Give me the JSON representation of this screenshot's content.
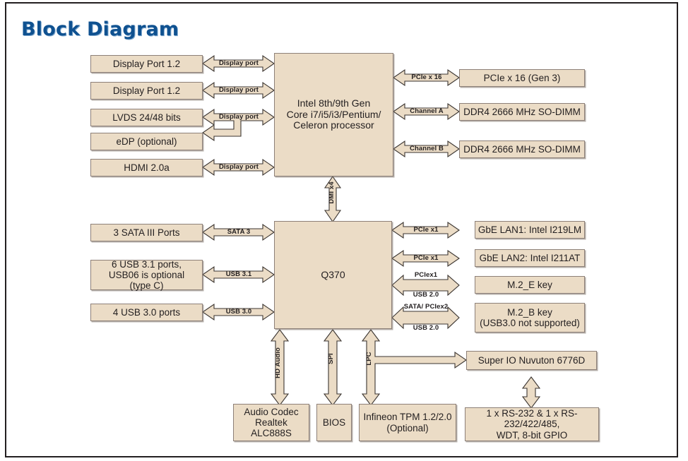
{
  "page": {
    "title": "Block Diagram",
    "title_color": "#0f5190",
    "block_fill": "#ebdcc6",
    "block_border": "#8d8078",
    "arrow_fill": "#ebdcc6",
    "arrow_border": "#3b3531"
  },
  "blocks": {
    "display_port_1": "Display Port 1.2",
    "display_port_2": "Display Port 1.2",
    "lvds": "LVDS 24/48 bits",
    "edp": "eDP (optional)",
    "hdmi": "HDMI 2.0a",
    "cpu": "Intel 8th/9th Gen\nCore i7/i5/i3/Pentium/\nCeleron processor",
    "cpu_line1": "Intel 8th/9th Gen",
    "cpu_line2": "Core i7/i5/i3/Pentium/",
    "cpu_line3": "Celeron processor",
    "pcie_x16": "PCIe x 16 (Gen 3)",
    "ddr4_a": "DDR4 2666 MHz SO-DIMM",
    "ddr4_b": "DDR4 2666 MHz SO-DIMM",
    "sata_ports": "3 SATA III Ports",
    "usb31_line1": "6 USB 3.1 ports,",
    "usb31_line2": "USB06 is optional",
    "usb31_line3": "(type C)",
    "usb30_ports": "4 USB 3.0 ports",
    "pch": "Q370",
    "lan1": "GbE LAN1: Intel I219LM",
    "lan2": "GbE LAN2: Intel I211AT",
    "m2_e": "M.2_E key",
    "m2_b_line1": "M.2_B key",
    "m2_b_line2": "(USB3.0 not supported)",
    "super_io": "Super IO Nuvuton 6776D",
    "serial_io_line1": "1 x RS-232 & 1 x RS-232/422/485,",
    "serial_io_line2": "WDT, 8-bit GPIO",
    "audio_codec_line1": "Audio Codec",
    "audio_codec_line2": "Realtek ALC888S",
    "bios": "BIOS",
    "tpm_line1": "Infineon TPM 1.2/2.0",
    "tpm_line2": "(Optional)"
  },
  "bus_labels": {
    "dp1": "Display port",
    "dp2": "Display port",
    "dp3": "Display port",
    "dp4": "Display port",
    "pcie_x16": "PCIe x 16",
    "channel_a": "Channel A",
    "channel_b": "Channel B",
    "dmi": "DMI x4",
    "sata3": "SATA 3",
    "usb31": "USB 3.1",
    "usb30": "USB 3.0",
    "pcie_x1_lan1": "PCIe x1",
    "pcie_x1_lan2": "PCIe x1",
    "pcie_x1_m2e": "PCIex1",
    "usb20_m2e": "USB 2.0",
    "sata_pciex2_m2b": "SATA/ PCIex2",
    "usb20_m2b": "USB 2.0",
    "hd_audio": "HD Audio",
    "spi": "SPI",
    "lpc": "LPC"
  }
}
